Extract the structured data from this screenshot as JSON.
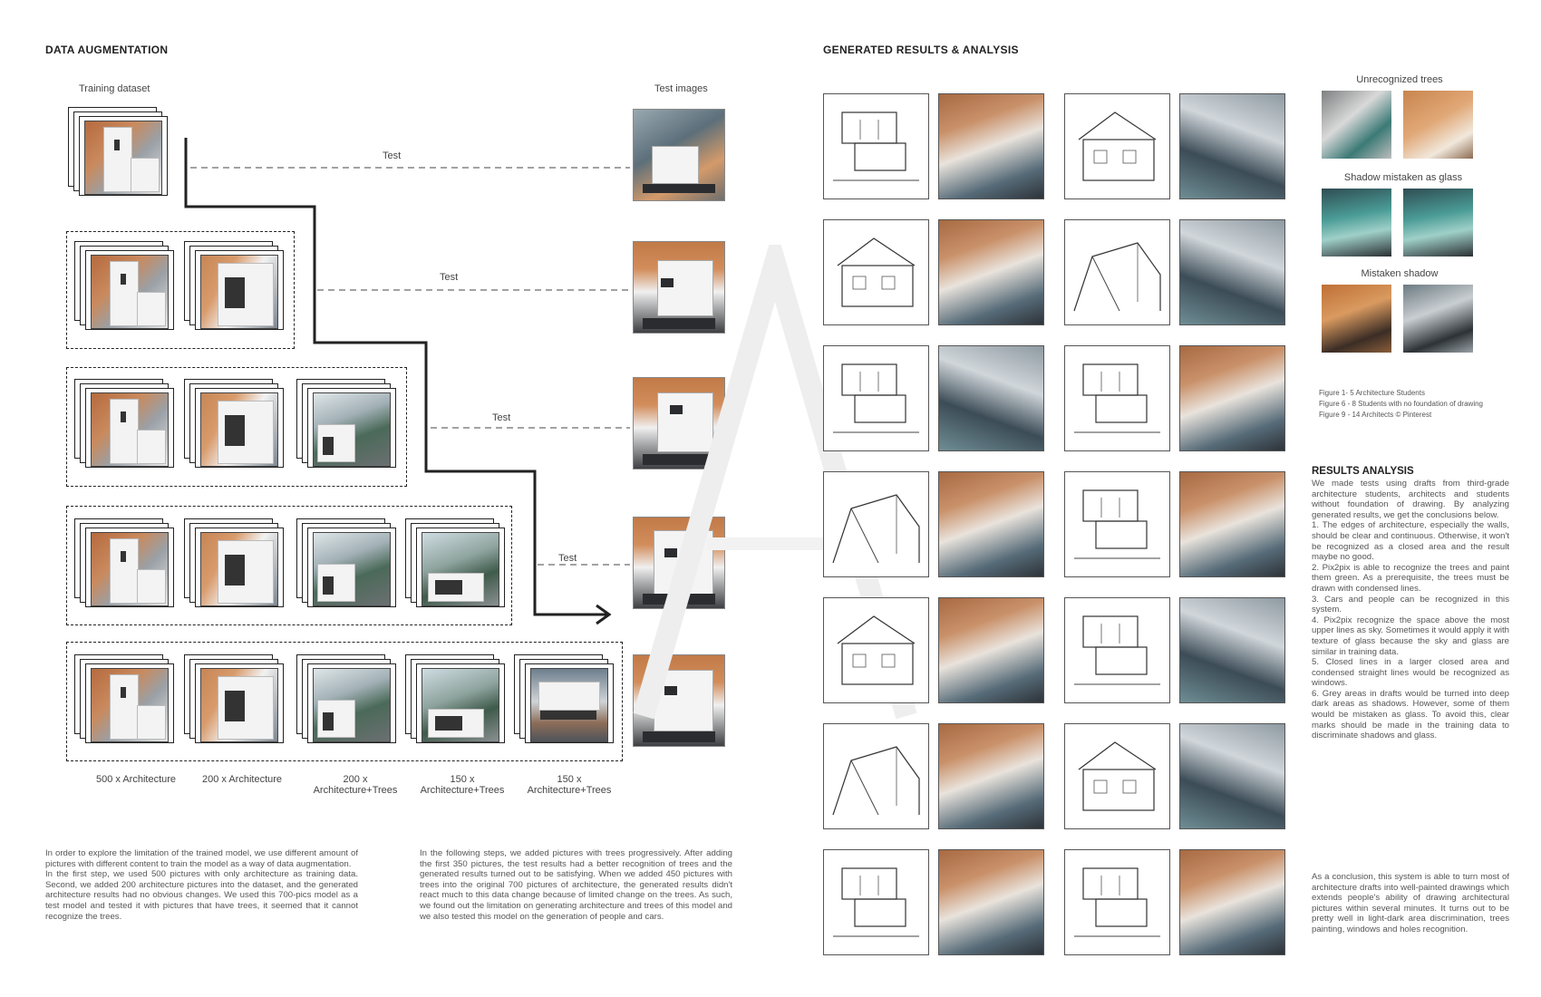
{
  "left": {
    "heading": "DATA AUGMENTATION",
    "training_label": "Training dataset",
    "test_images_label": "Test images",
    "test_label": "Test",
    "column_labels": [
      "500 x Architecture",
      "200 x Architecture",
      "200 x\nArchitecture+Trees",
      "150 x\nArchitecture+Trees",
      "150 x\nArchitecture+Trees"
    ],
    "para1": "In order to explore the limitation of the trained model, we use different amount of pictures with different content to train the model as a way of data augmentation.\nIn the first step, we used 500 pictures with only architecture as training data. Second, we added 200 architecture pictures into the dataset, and the generated architecture results had no obvious changes. We used this 700-pics model as a test model and tested it with pictures that have trees, it seemed that it cannot recognize the trees.",
    "para2": "In the following steps, we added pictures with trees progressively. After adding the first 350 pictures, the test results had a better recognition of trees and the generated results turned out to be satisfying. When we added 450 pictures with trees into the original 700 pictures of architecture, the generated results didn't react much to this data change because of limited change on the trees. As such, we found out the limitation on generating architecture and trees of this model and we also tested this model on the generation of people and cars."
  },
  "right": {
    "heading": "GENERATED RESULTS & ANALYSIS",
    "error_labels": [
      "Unrecognized trees",
      "Shadow mistaken as glass",
      "Mistaken shadow"
    ],
    "figure_notes": [
      "Figure 1- 5    Architecture Students",
      "Figure 6 - 8    Students with no foundation of drawing",
      "Figure 9 - 14   Architects   © Pinterest"
    ],
    "results_title": "RESULTS ANALYSIS",
    "results_text": "We made tests using drafts from third-grade architecture students, architects and students without foundation of drawing. By analyzing generated results, we get the conclusions below.\n1. The edges of architecture, especially the walls, should be clear and continuous. Otherwise, it won't be recognized as a closed area and the result maybe no good.\n2. Pix2pix is able to recognize the trees and paint them green. As a prerequisite, the trees must be drawn with condensed lines.\n3. Cars and people can be recognized in this system.\n4. Pix2pix recognize the space above the most upper lines as sky. Sometimes it would apply it with texture of glass because the sky and glass are similar in training data.\n5. Closed lines in a larger closed area and condensed straight lines would be recognized as windows.\n6. Grey areas in drafts would be turned into deep dark areas as shadows. However, some of them would be mistaken as glass. To avoid this, clear marks should be made in the training data to discriminate shadows and glass.",
    "conclusion_text": "As a conclusion, this system is able to turn most of architecture drafts into well-painted drawings which extends people's ability of drawing architectural pictures within several minutes. It turns out to be pretty well in light-dark area discrimination, trees painting, windows and holes recognition."
  }
}
